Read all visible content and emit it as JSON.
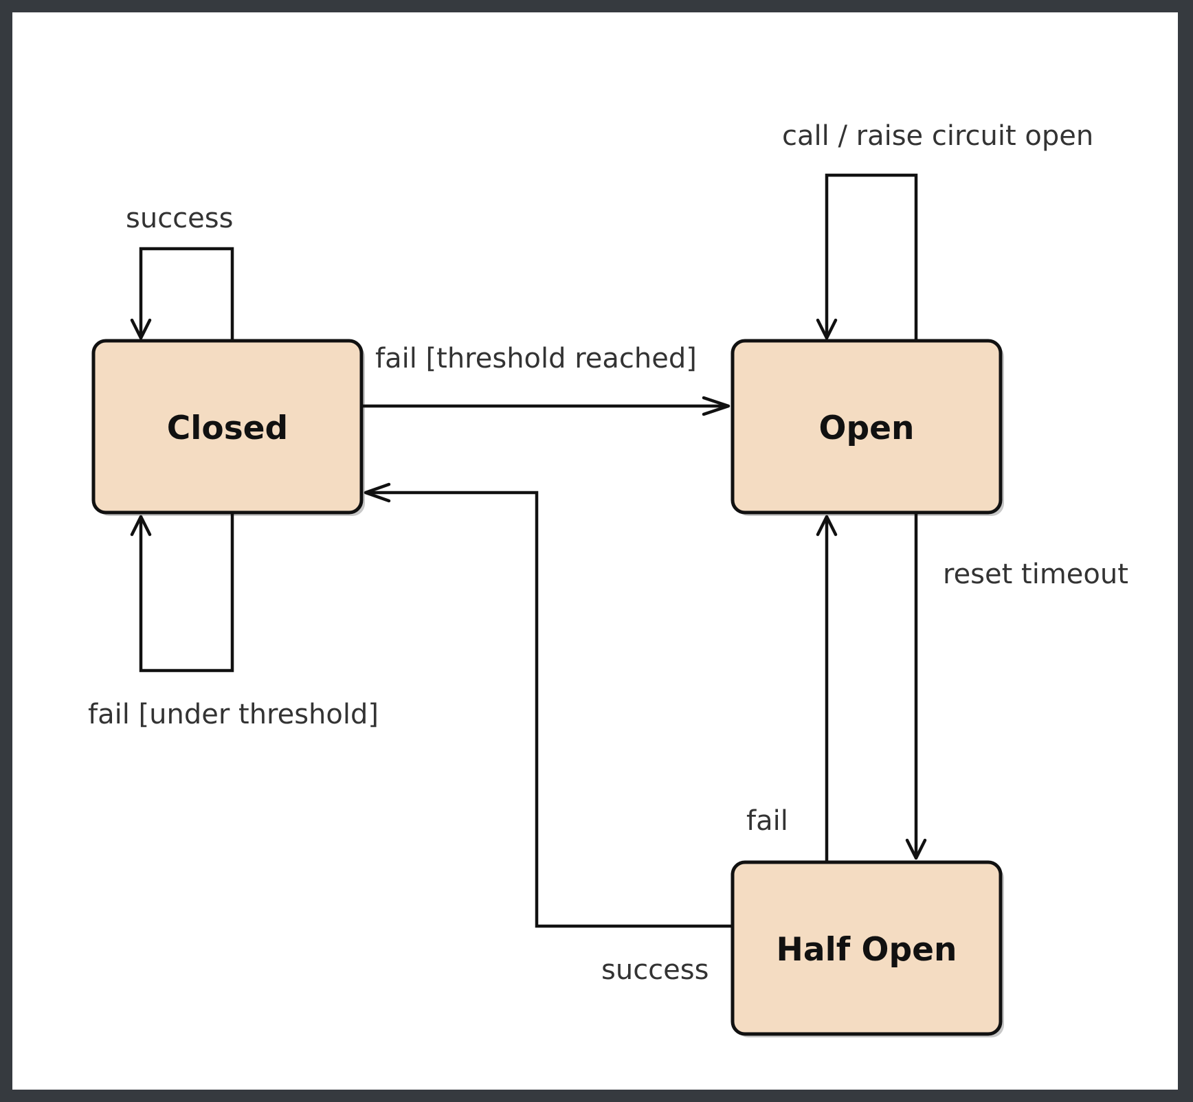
{
  "diagram": {
    "colors": {
      "state_fill": "#f4dcc2",
      "stroke": "#111111",
      "frame_background": "#363a3f",
      "canvas_background": "#ffffff"
    },
    "states": {
      "closed": "Closed",
      "open": "Open",
      "half_open": "Half Open"
    },
    "transitions": {
      "closed_self_success": "success",
      "closed_self_fail": "fail [under threshold]",
      "closed_to_open": "fail [threshold reached]",
      "open_self": "call / raise circuit open",
      "open_to_half_open": "reset timeout",
      "half_open_to_open": "fail",
      "half_open_to_closed": "success"
    }
  }
}
